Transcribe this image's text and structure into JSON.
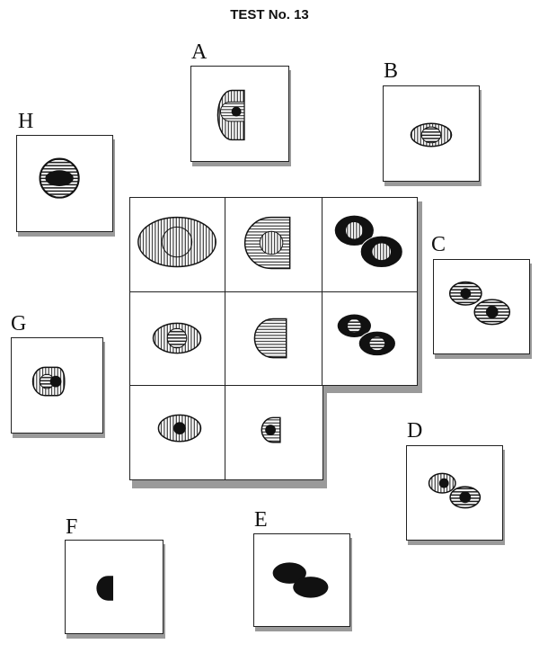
{
  "title": "TEST No. 13",
  "options": {
    "a": "A",
    "b": "B",
    "c": "C",
    "d": "D",
    "e": "E",
    "f": "F",
    "g": "G",
    "h": "H"
  }
}
